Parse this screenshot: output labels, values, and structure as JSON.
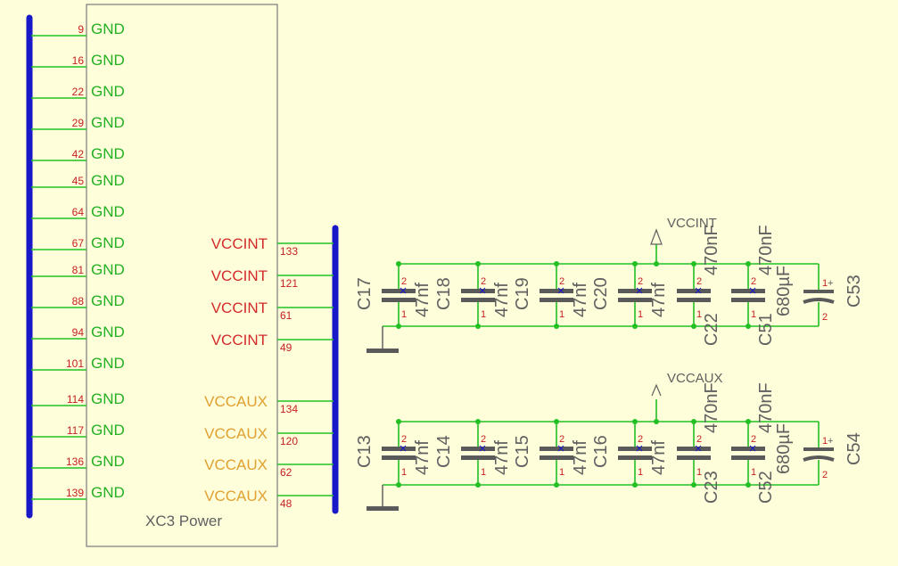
{
  "component": {
    "name": "XC3 Power"
  },
  "left_pins": [
    {
      "num": "9",
      "name": "GND"
    },
    {
      "num": "16",
      "name": "GND"
    },
    {
      "num": "22",
      "name": "GND"
    },
    {
      "num": "29",
      "name": "GND"
    },
    {
      "num": "42",
      "name": "GND"
    },
    {
      "num": "45",
      "name": "GND"
    },
    {
      "num": "64",
      "name": "GND"
    },
    {
      "num": "67",
      "name": "GND"
    },
    {
      "num": "81",
      "name": "GND"
    },
    {
      "num": "88",
      "name": "GND"
    },
    {
      "num": "94",
      "name": "GND"
    },
    {
      "num": "101",
      "name": "GND"
    },
    {
      "num": "114",
      "name": "GND"
    },
    {
      "num": "117",
      "name": "GND"
    },
    {
      "num": "136",
      "name": "GND"
    },
    {
      "num": "139",
      "name": "GND"
    }
  ],
  "right_pins": [
    {
      "num": "133",
      "name": "VCCINT"
    },
    {
      "num": "121",
      "name": "VCCINT"
    },
    {
      "num": "61",
      "name": "VCCINT"
    },
    {
      "num": "49",
      "name": "VCCINT"
    },
    {
      "num": "134",
      "name": "VCCAUX"
    },
    {
      "num": "120",
      "name": "VCCAUX"
    },
    {
      "num": "62",
      "name": "VCCAUX"
    },
    {
      "num": "48",
      "name": "VCCAUX"
    }
  ],
  "colors": {
    "gnd": "#22b022",
    "vccint": "#d22a2a",
    "vccaux": "#e0a030",
    "bus": "#1818c8",
    "wire": "#22c022"
  },
  "nets": {
    "top": "VCCINT",
    "bottom": "VCCAUX"
  },
  "cap_rows": [
    {
      "caps": [
        {
          "ref": "C17",
          "val": "47nf"
        },
        {
          "ref": "C18",
          "val": "47nf"
        },
        {
          "ref": "C19",
          "val": "47nf"
        },
        {
          "ref": "C20",
          "val": "47nf"
        },
        {
          "ref": "C22",
          "val": "470nF"
        },
        {
          "ref": "C51",
          "val": "470nF"
        }
      ],
      "elec": {
        "ref": "C53",
        "val": "680µF",
        "pos": "+"
      }
    },
    {
      "caps": [
        {
          "ref": "C13",
          "val": "47nf"
        },
        {
          "ref": "C14",
          "val": "47nf"
        },
        {
          "ref": "C15",
          "val": "47nf"
        },
        {
          "ref": "C16",
          "val": "47nf"
        },
        {
          "ref": "C23",
          "val": "470nF"
        },
        {
          "ref": "C52",
          "val": "470nF"
        }
      ],
      "elec": {
        "ref": "C54",
        "val": "680µF",
        "pos": "+"
      }
    }
  ],
  "pin_marks": {
    "a": "2",
    "b": "1"
  }
}
